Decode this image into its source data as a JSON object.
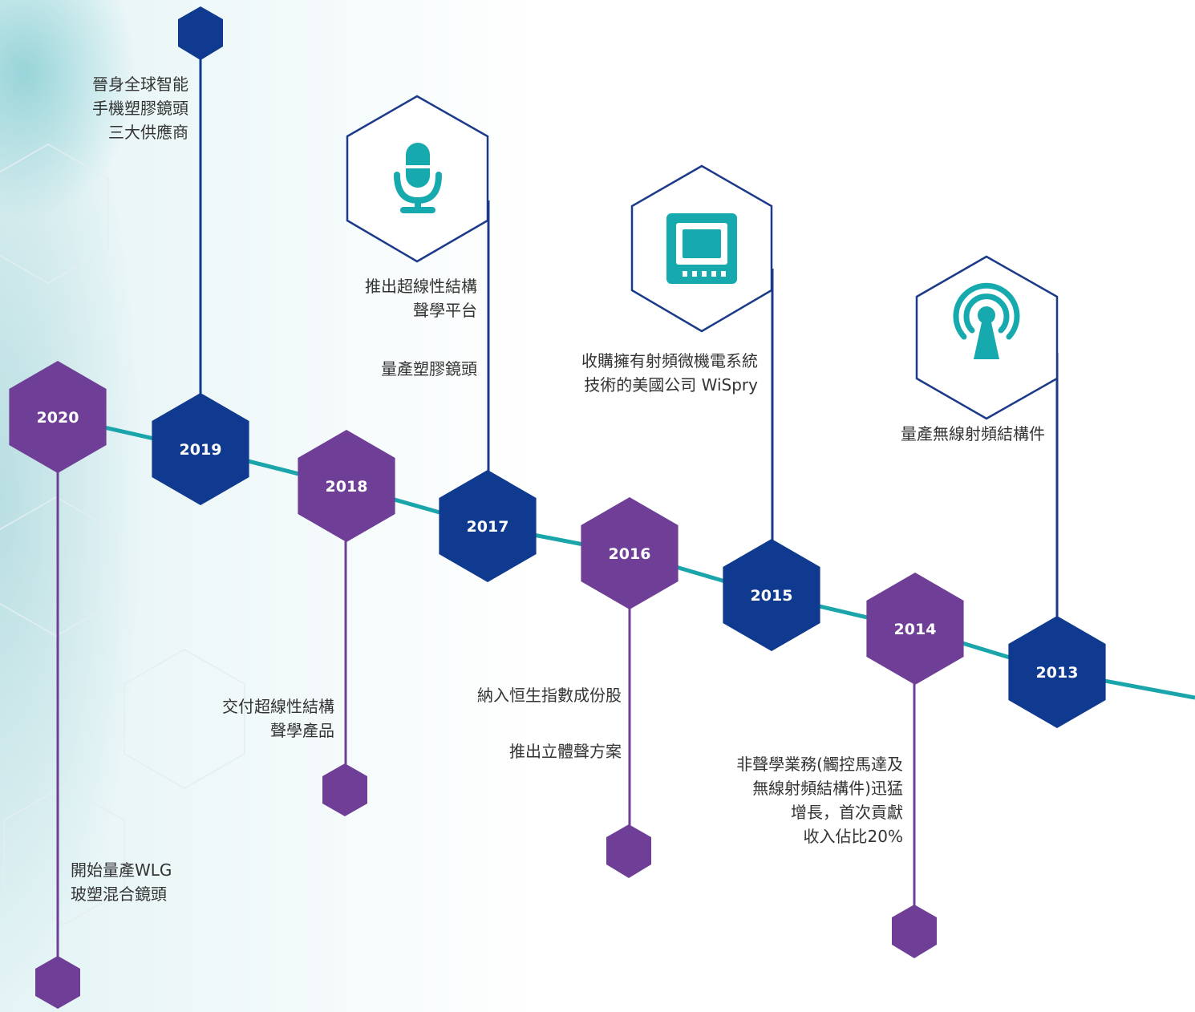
{
  "colors": {
    "navy": "#0f3a8f",
    "purple": "#6f3f97",
    "teal": "#1aa5ab",
    "outline": "#1b3a8a",
    "text": "#333333"
  },
  "timeline": [
    {
      "year": "2020",
      "color": "purple"
    },
    {
      "year": "2019",
      "color": "navy"
    },
    {
      "year": "2018",
      "color": "purple"
    },
    {
      "year": "2017",
      "color": "navy"
    },
    {
      "year": "2016",
      "color": "purple"
    },
    {
      "year": "2015",
      "color": "navy"
    },
    {
      "year": "2014",
      "color": "purple"
    },
    {
      "year": "2013",
      "color": "navy"
    }
  ],
  "icons": {
    "2017": "microphone-icon",
    "2015": "chip-icon",
    "2013": "antenna-icon"
  },
  "labels": {
    "y2019": [
      "晉身全球智能",
      "手機塑膠鏡頭",
      "三大供應商"
    ],
    "y2017_a": [
      "推出超線性結構",
      "聲學平台"
    ],
    "y2017_b": "量產塑膠鏡頭",
    "y2015": [
      "收購擁有射頻微機電系統",
      "技術的美國公司 WiSpry"
    ],
    "y2013": "量產無線射頻結構件",
    "y2018": [
      "交付超線性結構",
      "聲學產品"
    ],
    "y2016_a": "納入恒生指數成份股",
    "y2016_b": "推出立體聲方案",
    "y2014": [
      "非聲學業務(觸控馬達及",
      "無線射頻結構件)迅猛",
      "增長，首次貢獻",
      "收入佔比20%"
    ],
    "y2020": [
      "開始量產WLG",
      "玻塑混合鏡頭"
    ]
  }
}
